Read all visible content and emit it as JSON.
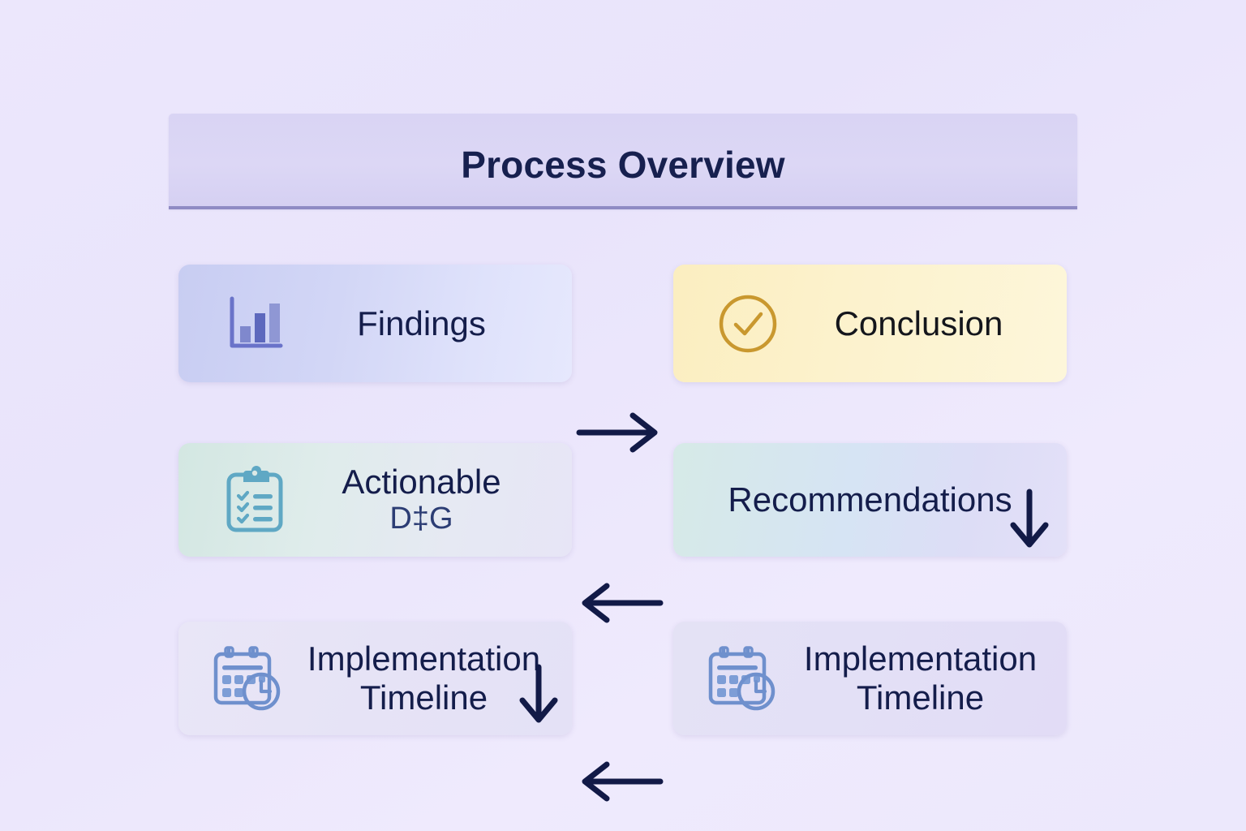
{
  "header": {
    "title": "Process Overview"
  },
  "colors": {
    "background": "#eae5fb",
    "header_bg": "#d9d4f4",
    "header_rule": "#8f8bc4",
    "title_text": "#17204f",
    "card_text": "#141d4b",
    "arrow": "#121a47",
    "findings_card": "#ccd1f3",
    "conclusion_card": "#fbeec0",
    "conclusion_icon": "#c9982f",
    "actionable_card": "#dbe9e6",
    "actionable_icon": "#5fa8c4",
    "recommendations_card": "#d9e6f2",
    "timeline_card": "#e6e3f6",
    "timeline_icon": "#6f90cd",
    "findings_icon": "#6a73c9"
  },
  "nodes": [
    {
      "id": "findings",
      "label": "Findings",
      "sublabel": "",
      "icon": "bar-chart-icon"
    },
    {
      "id": "conclusion",
      "label": "Conclusion",
      "sublabel": "",
      "icon": "check-circle-icon"
    },
    {
      "id": "actionable",
      "label": "Actionable",
      "sublabel": "D‡G",
      "icon": "clipboard-checklist-icon"
    },
    {
      "id": "recommendations",
      "label": "Recommendations",
      "sublabel": "",
      "icon": ""
    },
    {
      "id": "timeline-left",
      "label": "Implementation",
      "sublabel": "Timeline",
      "icon": "calendar-clock-icon"
    },
    {
      "id": "timeline-right",
      "label": "Implementation",
      "sublabel": "Timeline",
      "icon": "calendar-clock-icon"
    }
  ],
  "arrows": [
    {
      "id": "findings-to-conclusion",
      "from": "findings",
      "to": "conclusion",
      "direction": "right"
    },
    {
      "id": "conclusion-to-recommendations",
      "from": "conclusion",
      "to": "recommendations",
      "direction": "down"
    },
    {
      "id": "recommendations-to-actionable",
      "from": "recommendations",
      "to": "actionable",
      "direction": "left"
    },
    {
      "id": "actionable-to-timeline",
      "from": "actionable",
      "to": "timeline-left",
      "direction": "down"
    },
    {
      "id": "timelineright-to-timelineleft",
      "from": "timeline-right",
      "to": "timeline-left",
      "direction": "left"
    }
  ]
}
